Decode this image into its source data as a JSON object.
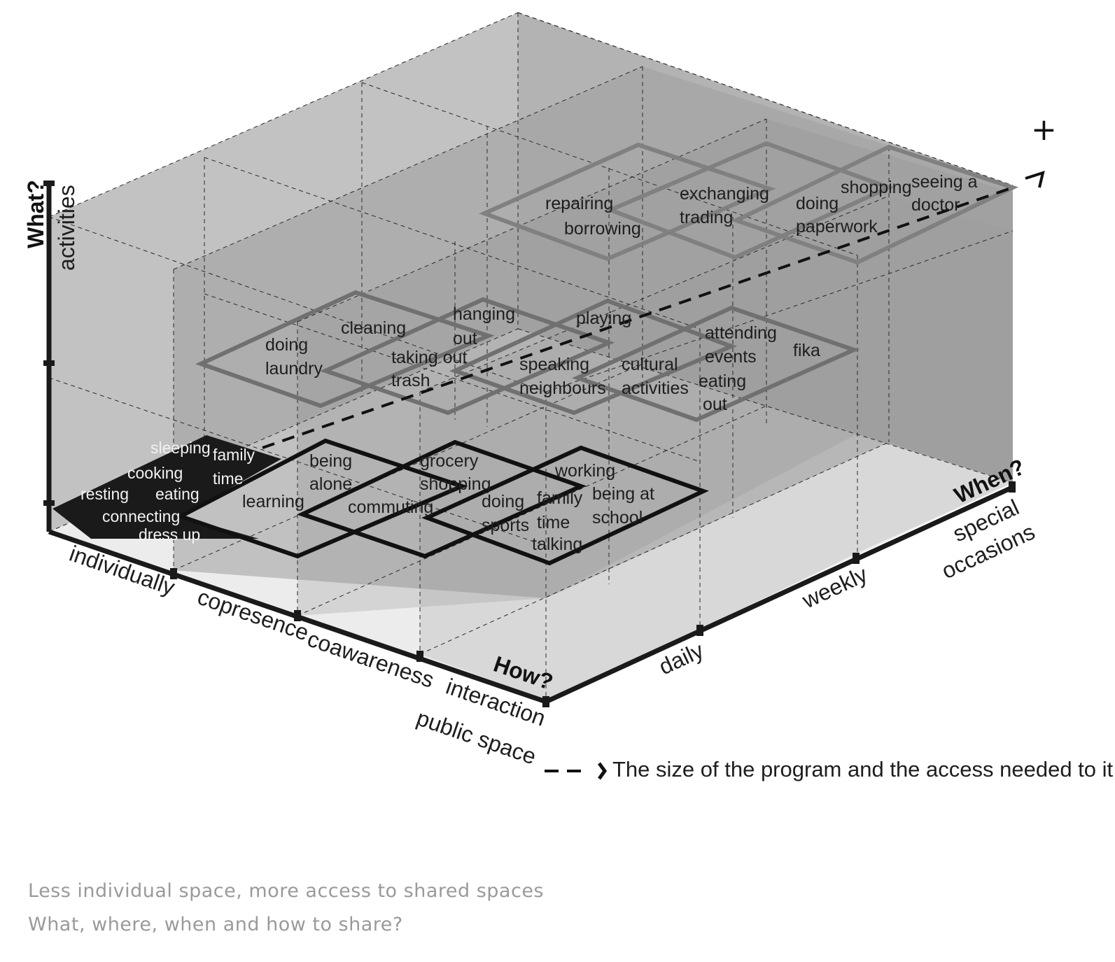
{
  "axes": {
    "what": {
      "title": "What?",
      "label": "activities"
    },
    "how": {
      "title": "How?",
      "levels": [
        "individually",
        "copresence",
        "coawareness",
        "interaction",
        "public space"
      ]
    },
    "when": {
      "title": "When?",
      "levels": [
        "daily",
        "weekly",
        "special",
        "occasions"
      ]
    },
    "plus": "+"
  },
  "groups": {
    "dark": {
      "color": "#1a1a1a",
      "items": [
        "sleeping",
        "family",
        "time",
        "cooking",
        "eating",
        "resting",
        "connecting",
        "dress up"
      ]
    },
    "bottom": {
      "color": "#1a1a1a",
      "items": [
        "learning",
        "being",
        "alone",
        "grocery",
        "shopping",
        "commuting",
        "working",
        "doing",
        "sports",
        "family",
        "time",
        "being at",
        "school",
        "talking"
      ]
    },
    "middle": {
      "color": "#6e6e6e",
      "items": [
        "doing",
        "laundry",
        "cleaning",
        "hanging",
        "out",
        "taking out",
        "trash",
        "playing",
        "speaking",
        "neighbours",
        "cultural",
        "activities",
        "attending",
        "events",
        "eating",
        "out",
        "fika"
      ]
    },
    "top": {
      "color": "#7a7a7a",
      "items": [
        "repairing",
        "borrowing",
        "exchanging",
        "trading",
        "doing",
        "paperwork",
        "shopping",
        "seeing a",
        "doctor"
      ]
    }
  },
  "legend": {
    "text": "The size of the program and the access needed to it"
  },
  "caption": {
    "line1": "Less individual space, more access to shared spaces",
    "line2": "What, where, when and how to share?"
  }
}
